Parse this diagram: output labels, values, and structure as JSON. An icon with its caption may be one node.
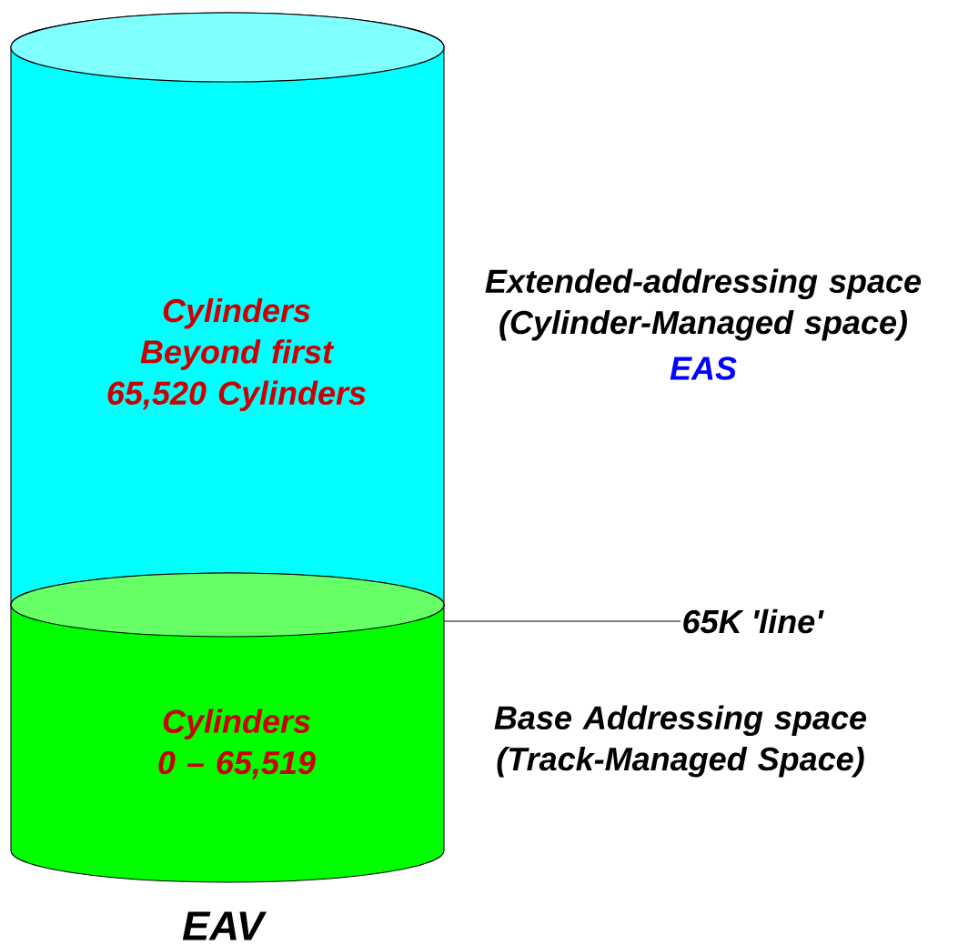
{
  "diagram": {
    "nodes": [
      {
        "text": [
          "Cylinders Beyond first 65,520 Cylinders"
        ],
        "beside": [
          "Extended-addressing space (Cylinder-Managed space)",
          "EAS"
        ]
      },
      {
        "text": [
          "Cylinders 0 – 65,519"
        ],
        "beside": [
          "Base Addressing space (Track-Managed Space)"
        ]
      },
      {
        "text": [
          "65K 'line'"
        ]
      }
    ],
    "edges": [
      {
        "from": 2,
        "to": 1,
        "arrow": "none"
      }
    ],
    "labels": [
      "EAV"
    ]
  }
}
